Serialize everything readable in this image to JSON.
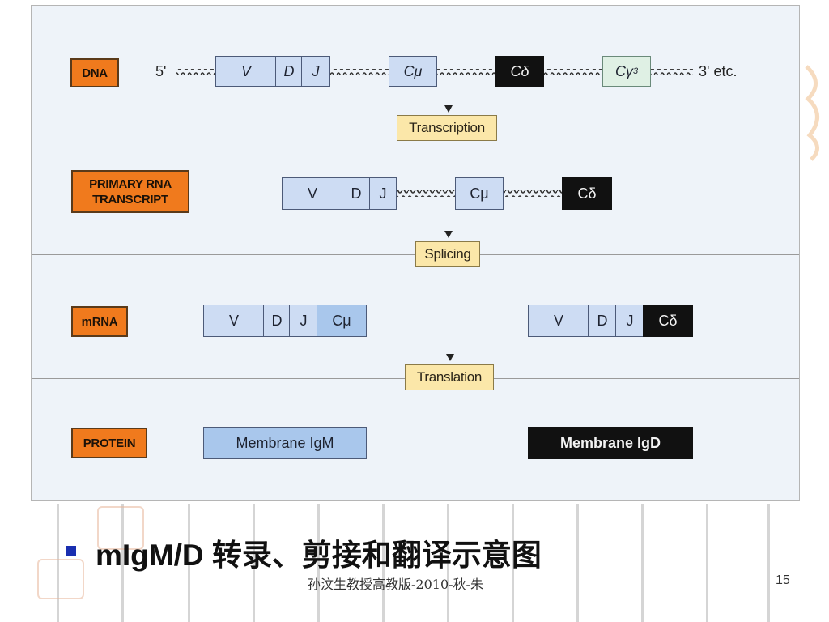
{
  "stages": {
    "dna": "DNA",
    "primary_rna_line1": "PRIMARY RNA",
    "primary_rna_line2": "TRANSCRIPT",
    "mrna": "mRNA",
    "protein": "PROTEIN"
  },
  "steps": {
    "transcription": "Transcription",
    "splicing": "Splicing",
    "translation": "Translation"
  },
  "dna_ends": {
    "five_prime": "5'",
    "three_prime": "3' etc."
  },
  "segments": {
    "v": "V",
    "d": "D",
    "j": "J",
    "c_mu": "Cμ",
    "c_delta": "Cδ",
    "c_gamma3": "Cγ",
    "c_gamma3_sub": "3"
  },
  "proteins": {
    "igm": "Membrane IgM",
    "igd": "Membrane IgD"
  },
  "caption": "mIgM/D 转录、剪接和翻译示意图",
  "footer": "孙汶生教授高教版-2010-秋-朱",
  "page_number": "15",
  "colors": {
    "stage_label": "#f07a1d",
    "light_blue_segment": "#cddcf3",
    "medium_blue_segment": "#a9c7ec",
    "black_segment": "#111111",
    "gamma_segment": "#dff0e4",
    "step_box": "#fbe7a9",
    "bullet": "#1a2fb0"
  }
}
